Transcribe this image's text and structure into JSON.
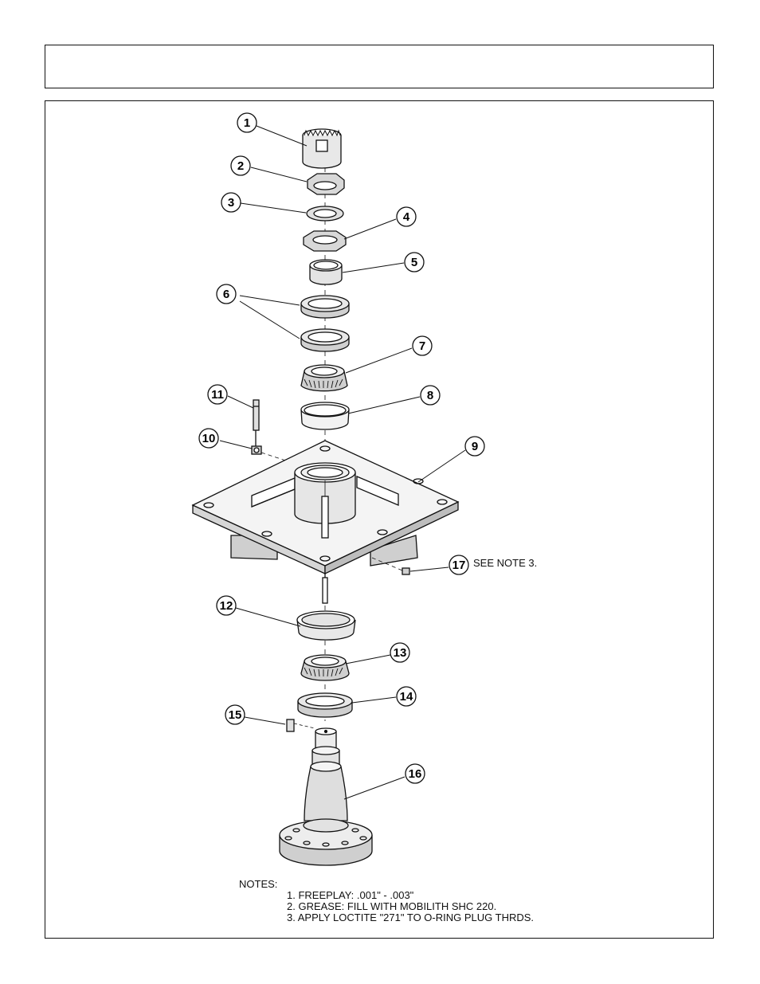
{
  "header": {
    "title": ""
  },
  "callouts": [
    "1",
    "2",
    "3",
    "4",
    "5",
    "6",
    "7",
    "8",
    "9",
    "10",
    "11",
    "12",
    "13",
    "14",
    "15",
    "16",
    "17"
  ],
  "side_note": "SEE NOTE 3.",
  "notes": {
    "heading": "NOTES:",
    "items": [
      "1.  FREEPLAY:  .001\" - .003\"",
      "2.  GREASE:  FILL WITH MOBILITH SHC 220.",
      "3.  APPLY LOCTITE \"271\" TO O-RING PLUG THRDS."
    ]
  },
  "colors": {
    "line": "#111111",
    "shade": "#bdbdbd",
    "light": "#e8e8e8"
  }
}
